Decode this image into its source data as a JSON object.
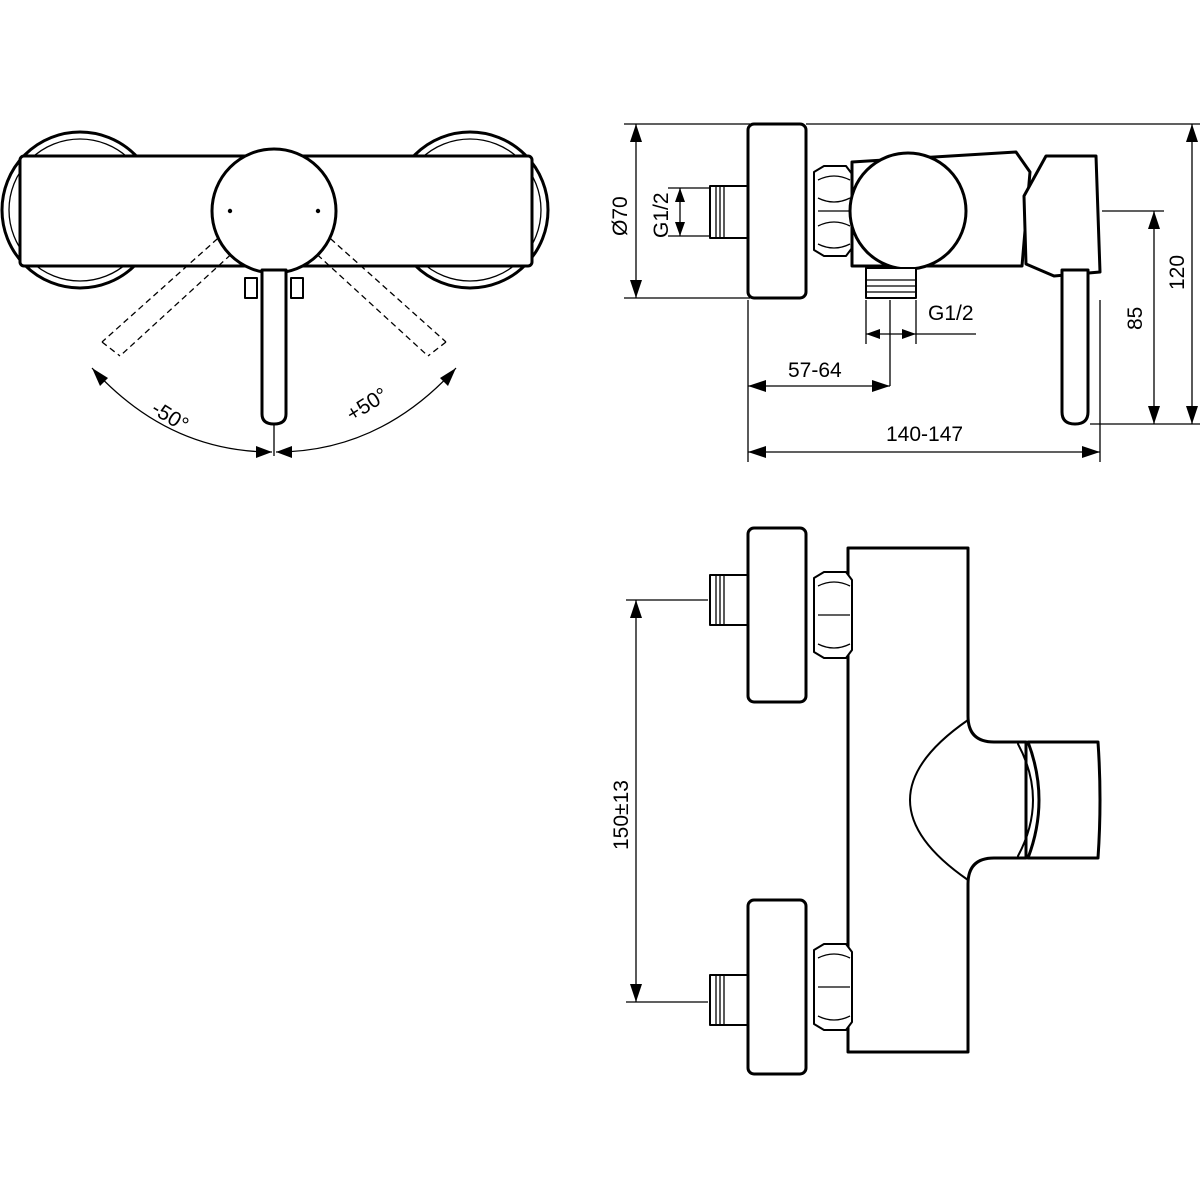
{
  "dimensions": {
    "angle_left": "-50°",
    "angle_right": "+50°",
    "diameter": "Ø70",
    "thread_top": "G1/2",
    "thread_bottom": "G1/2",
    "inlet_offset": "57-64",
    "overall_depth": "140-147",
    "lever_height": "85",
    "overall_height": "120",
    "inlet_spacing": "150±13"
  }
}
